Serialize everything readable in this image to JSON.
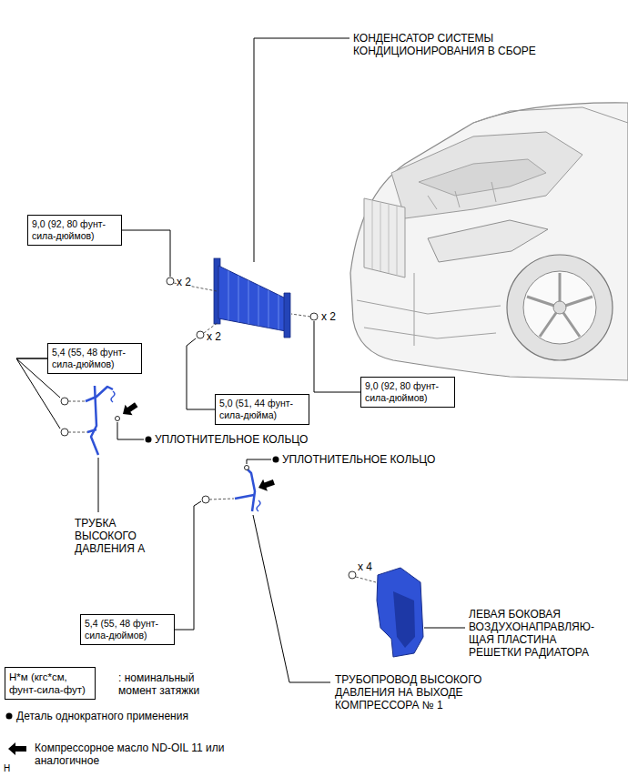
{
  "diagram": {
    "nodes": [
      {
        "text": [
          "9,0 (92, 80 фунт- сила-дюймов)"
        ]
      },
      {
        "text": [
          "5,4 (55, 48 фунт- сила-дюймов)"
        ]
      },
      {
        "text": [
          "9,0 (92, 80 фунт- сила-дюймов)"
        ]
      },
      {
        "text": [
          "5,0 (51, 44 фунт- сила-дюйма)"
        ]
      },
      {
        "text": [
          "5,4 (55, 48 фунт- сила-дюймов)"
        ]
      },
      {
        "text": [
          "Н*м (кгс*см, фунт-сила-фут)"
        ]
      }
    ],
    "labels": [
      "КОНДЕНСАТОР СИСТЕМЫ КОНДИЦИОНИРОВАНИЯ В СБОРЕ",
      "x 2",
      "x 2",
      "x 2",
      "УПЛОТНИТЕЛЬНОЕ КОЛЬЦО",
      "УПЛОТНИТЕЛЬНОЕ КОЛЬЦО",
      "ТРУБКА ВЫСОКОГО ДАВЛЕНИЯ А",
      "x 4",
      "ЛЕВАЯ БОКОВАЯ ВОЗДУХОНАПРАВЛЯЮ- ЩАЯ ПЛАСТИНА РЕШЕТКИ РАДИАТОРА",
      "ТРУБОПРОВОД ВЫСОКОГО ДАВЛЕНИЯ НА ВЫХОДЕ КОМПРЕССОРА № 1",
      "Н"
    ],
    "legend": [
      {
        "text": ": номинальный момент затяжки"
      },
      {
        "text": "Деталь однократного применения"
      },
      {
        "text": "Компрессорное масло ND-OIL 11 или аналогичное"
      }
    ]
  }
}
